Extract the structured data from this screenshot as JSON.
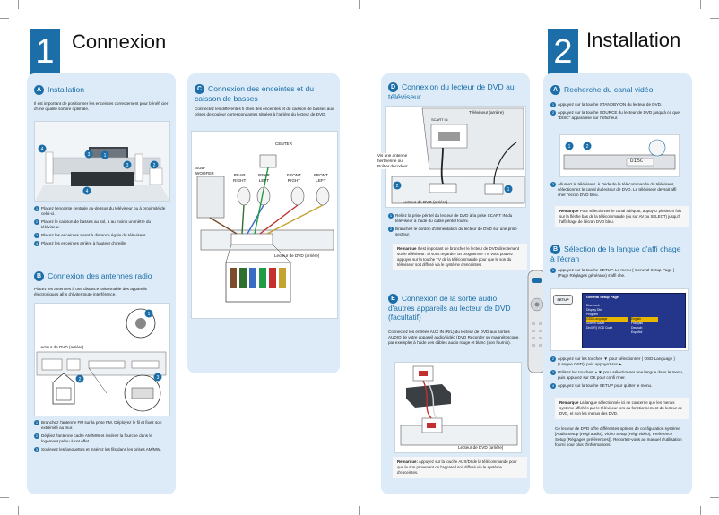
{
  "page1": {
    "num": "1",
    "title": "Connexion"
  },
  "page2": {
    "num": "2",
    "title": "Installation"
  },
  "secA": {
    "badge": "A",
    "title": "Installation",
    "intro": "Il est important de positionner les enceintes correctement pour bénéfi cier d'une qualité sonore optimale.",
    "steps": [
      {
        "n": "1",
        "text": "Placez l'enceinte centrale au-dessus du téléviseur ou à proximité de celui-ci."
      },
      {
        "n": "2",
        "text": "Placez le caisson de basses au sol, à au moins un mètre du téléviseur."
      },
      {
        "n": "3",
        "text": "Placez les enceintes avant à distance égale du téléviseur."
      },
      {
        "n": "4",
        "text": "Placez les enceintes arrière à hauteur d'oreille."
      }
    ]
  },
  "secB": {
    "badge": "B",
    "title": "Connexion des antennes radio",
    "intro": "Placez les antennes à une distance raisonnable des appareils électroniques afi n d'éviter toute interférence.",
    "device_label": "Lecteur de DVD (arrière)",
    "steps": [
      {
        "n": "1",
        "text": "Branchez l'antenne FM sur la prise FM. Déployez le fil et fixez son extrémité au mur."
      },
      {
        "n": "2",
        "text": "Dépliez l'antenne cadre AM/MW et insérez la fourche dans le logement prévu à cet effet."
      },
      {
        "n": "3",
        "text": "Soulevez les languettes et insérez les fils dans les prises AM/MW."
      }
    ]
  },
  "secC": {
    "badge": "C",
    "title": "Connexion des enceintes et du caisson de basses",
    "intro": "Connectez les différentes fi ches des enceintes et du caisson de basses aux prises de couleur correspondantes situées à l'arrière du lecteur de DVD.",
    "labels": {
      "center": "CENTER",
      "sub": "SUB-\nWOOFER",
      "rear_right": "REAR\nRIGHT",
      "rear_left": "REAR\nLEFT",
      "front_right": "FRONT\nRIGHT",
      "front_left": "FRONT\nLEFT",
      "device": "Lecteur de DVD (arrière)"
    }
  },
  "secD": {
    "badge": "D",
    "title": "Connexion du lecteur de DVD au téléviseur",
    "tv_label": "Téléviseur (arrière)",
    "scart_label": "SCART IN",
    "side_label": "Vis une antenne hertzienne ou Boîtier décodeur",
    "device_label": "Lecteur de DVD (arrière)",
    "steps": [
      {
        "n": "1",
        "text": "Reliez la prise péritel du lecteur de DVD à la prise SCART IN du téléviseur à l'aide du câble péritel fourni."
      },
      {
        "n": "2",
        "text": "Branchez le cordon d'alimentation du lecteur de DVD sur une prise secteur."
      }
    ],
    "note_label": "Remarque",
    "note": "Il est important de brancher le lecteur de DVD directement sur le téléviseur. Si vous regardez un programme TV, vous pouvez appuyer sur la touche TV de la télécommande pour que le son du téléviseur soit diffusé via le système d'enceintes."
  },
  "secE": {
    "badge": "E",
    "title": "Connexion de la sortie audio d'autres appareils au lecteur de DVD (facultatif)",
    "intro": "Connectez les entrées AUX IN (R/L) du lecteur de DVD aux sorties AUDIO de votre appareil audio/vidéo (DVD Recorder ou magnétoscope, par exemple) à l'aide des câbles audio rouge et blanc (non fournis).",
    "device_label": "Lecteur de DVD (arrière)",
    "note_label": "Remarque:",
    "note": "Appuyez sur la touche AUX/DI de la télécommande pour que le son provenant de l'appareil soit diffusé via le système d'enceintes."
  },
  "secIA": {
    "badge": "A",
    "title": "Recherche du canal vidéo",
    "steps": [
      {
        "n": "1",
        "text": "Appuyez sur la touche STANDBY ON du lecteur de DVD."
      },
      {
        "n": "2",
        "text": "Appuyez sur la touche SOURCE du lecteur de DVD jusqu'à ce que \"DISC\" apparaisse sur l'afficheur."
      },
      {
        "n": "3",
        "text": "Allumez le téléviseur. À l'aide de la télécommande du téléviseur, sélectionnez le canal du lecteur de DVD. Le téléviseur devrait affi cher l'écran DVD bleu."
      }
    ],
    "display_text": "DISC",
    "note_label": "Remarque",
    "note": "Pour sélectionner le canal adéquat, appuyez plusieurs fois sur la flèche bas de la télécommande (ou sur AV ou SELECT) jusqu'à l'affichage de l'écran DVD bleu."
  },
  "secIB": {
    "badge": "B",
    "title": "Sélection de la langue d'affi chage à l'écran",
    "steps": [
      {
        "n": "1",
        "text": "Appuyez sur la touche SETUP. Le menu { General Setup Page } (Page Réglages généraux) s'affi che."
      },
      {
        "n": "2",
        "text": "Appuyez sur les touches ▼ pour sélectionner { OSD Language } (Langue OSD), puis appuyez sur ▶."
      },
      {
        "n": "3",
        "text": "Utilisez les touches ▲▼ pour sélectionner une langue dans le menu, puis appuyez sur OK pour confi rmer."
      },
      {
        "n": "4",
        "text": "Appuyez sur la touche SETUP pour quitter le menu."
      }
    ],
    "menu_title": "General Setup Page",
    "menu_items": [
      "Disc Lock",
      "Display Dim",
      "Program",
      "OSD Language",
      "Screen Saver",
      "DivX(R) VOD Code"
    ],
    "menu_options": [
      "English",
      "Français",
      "Deutsch",
      "Español"
    ],
    "setup_key": "SETUP",
    "note_label": "Remarque",
    "note": "La langue sélectionnée ici ne concerne que les menus système affichés par le téléviseur lors du fonctionnement du lecteur de DVD, et non les menus des DVD.",
    "note2": "Ce lecteur de DVD offre différentes options de configuration système [Audio Setup (Régl audio), Video Setup (Régl vidéo), Preference Setup (Réglages préférences)]. Reportez-vous au manuel d'utilisation fourni pour plus d'informations."
  },
  "colors": {
    "accent": "#1b6ea8",
    "panel": "#dcebf7"
  }
}
